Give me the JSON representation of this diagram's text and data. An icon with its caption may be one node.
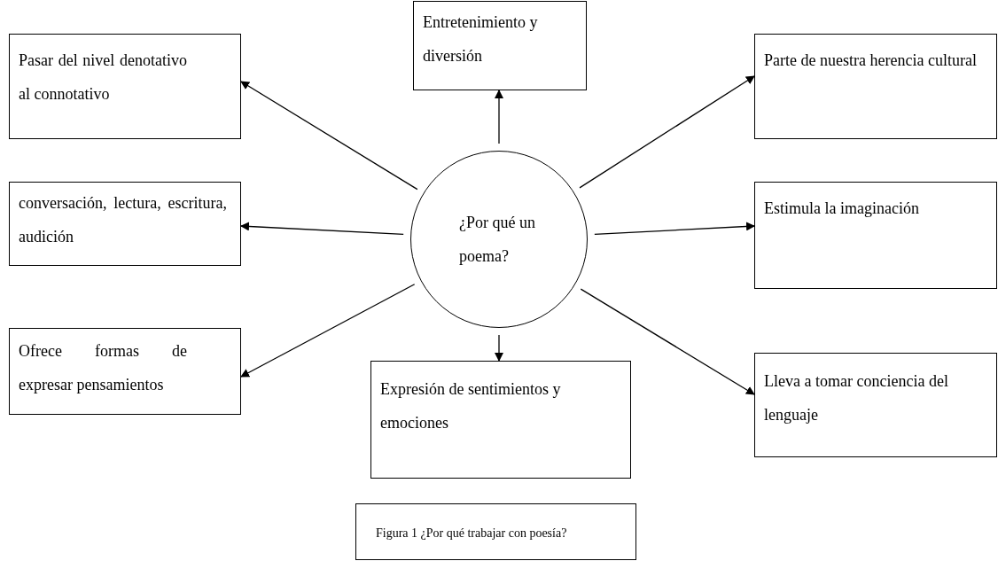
{
  "diagram": {
    "caption": "Figura 1 ¿Por qué trabajar con poesía?",
    "nodes": [
      {
        "text": [
          "Pasar del nivel denotativo al connotativo"
        ]
      },
      {
        "text": [
          "Entretenimiento y diversión"
        ]
      },
      {
        "text": [
          "Parte de nuestra herencia cultural"
        ]
      },
      {
        "text": [
          "conversación, lectura, escritura, audición"
        ]
      },
      {
        "text": [
          "¿Por qué un poema?"
        ]
      },
      {
        "text": [
          "Estimula la imaginación"
        ]
      },
      {
        "text": [
          "Ofrece formas de expresar pensamientos"
        ]
      },
      {
        "text": [
          "Expresión de sentimientos y emociones"
        ]
      },
      {
        "text": [
          "Lleva a tomar conciencia del lenguaje"
        ]
      }
    ],
    "edges": [
      {
        "from": 4,
        "to": 0,
        "arrow": "to"
      },
      {
        "from": 4,
        "to": 1,
        "arrow": "to"
      },
      {
        "from": 4,
        "to": 2,
        "arrow": "to"
      },
      {
        "from": 4,
        "to": 3,
        "arrow": "to"
      },
      {
        "from": 4,
        "to": 5,
        "arrow": "to"
      },
      {
        "from": 4,
        "to": 6,
        "arrow": "to"
      },
      {
        "from": 4,
        "to": 7,
        "arrow": "to"
      },
      {
        "from": 4,
        "to": 8,
        "arrow": "to"
      }
    ]
  }
}
